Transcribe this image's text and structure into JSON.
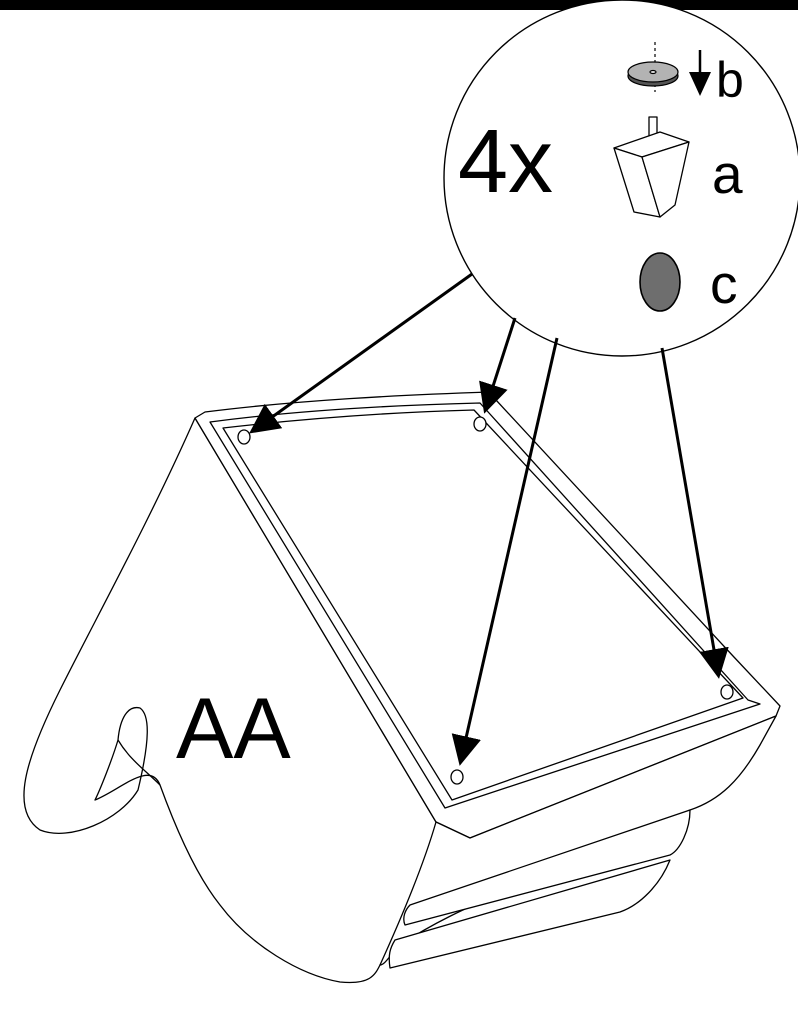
{
  "diagram": {
    "quantity_label": "4x",
    "part_label": "AA",
    "component_labels": {
      "leg": "a",
      "glide": "b",
      "pad": "c"
    },
    "colors": {
      "ink": "#000000",
      "paper": "#ffffff",
      "glide_fill": "#b3b3b3",
      "pad_fill": "#6e6e6e"
    },
    "icons": [
      "top-border-bar",
      "callout-circle",
      "glide-disc-icon",
      "leg-icon",
      "pad-icon",
      "down-arrow-icon",
      "pointer-arrows",
      "sofa-drawing",
      "mounting-holes"
    ]
  }
}
